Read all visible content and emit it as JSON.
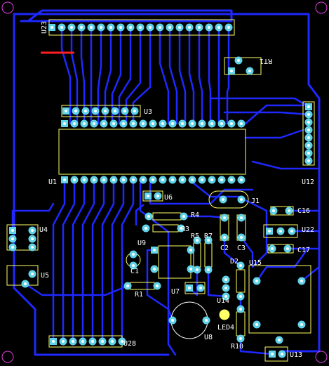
{
  "board": {
    "colors": {
      "background": "#000000",
      "trace": "#1e28ff",
      "pad": "#5fd3e8",
      "silk": "#ffff66",
      "silk_white": "#ffffff",
      "outline": "#e040e0",
      "jumper": "#ff2020"
    },
    "labels": {
      "U23": "U23",
      "RT1": "RT1",
      "U3": "U3",
      "U12": "U12",
      "U1": "U1",
      "U6": "U6",
      "J1": "J1",
      "R4": "R4",
      "R3": "R3",
      "C16": "C16",
      "U22": "U22",
      "U4": "U4",
      "U9": "U9",
      "R5": "R5",
      "R7": "R7",
      "C2": "C2",
      "C3": "C3",
      "C17": "C17",
      "C1": "C1",
      "U5": "U5",
      "D2": "D2",
      "U15": "U15",
      "R1": "R1",
      "U7": "U7",
      "U14": "U14",
      "U8": "U8",
      "LED4": "LED4",
      "R10": "R10",
      "U28": "U28",
      "U13": "U13"
    }
  }
}
